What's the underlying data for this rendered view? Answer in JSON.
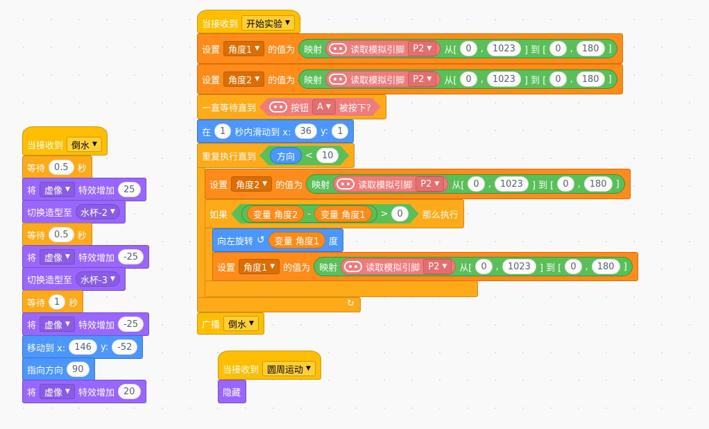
{
  "scripts": {
    "main": {
      "hat": {
        "label": "当接收到",
        "message": "开始实验"
      },
      "set1": {
        "set": "设置",
        "var": "角度1",
        "value_to": "的值为",
        "map": "映射",
        "read": "读取模拟引脚",
        "pin": "P2",
        "from": "从[",
        "a": "0",
        "comma": ",",
        "b": "1023",
        "to": "] 到 [",
        "c": "0",
        "d": "180",
        "end": "]"
      },
      "set2": {
        "set": "设置",
        "var": "角度2",
        "value_to": "的值为",
        "map": "映射",
        "read": "读取模拟引脚",
        "pin": "P2",
        "from": "从[",
        "a": "0",
        "comma": ",",
        "b": "1023",
        "to": "] 到 [",
        "c": "0",
        "d": "180",
        "end": "]"
      },
      "wait_until": {
        "label": "一直等待直到",
        "button": "按钮",
        "key": "A",
        "pressed": "被按下?"
      },
      "glide": {
        "in": "在",
        "secs": "1",
        "glide_to": "秒内滑动到 x:",
        "x": "36",
        "y_label": "y:",
        "y": "1"
      },
      "repeat_until": {
        "label": "重复执行直到",
        "reporter": "方向",
        "op": "<",
        "value": "10"
      },
      "inner_set": {
        "set": "设置",
        "var": "角度2",
        "value_to": "的值为",
        "map": "映射",
        "read": "读取模拟引脚",
        "pin": "P2",
        "from": "从[",
        "a": "0",
        "comma": ",",
        "b": "1023",
        "to": "] 到 [",
        "c": "0",
        "d": "180",
        "end": "]"
      },
      "if": {
        "label": "如果",
        "var_a": "变量 角度2",
        "minus": "-",
        "var_b": "变量 角度1",
        "gt": ">",
        "value": "0",
        "then": "那么执行"
      },
      "turn_left": {
        "label": "向左旋转",
        "icon": "↺",
        "var": "变量 角度1",
        "unit": "度"
      },
      "if_set": {
        "set": "设置",
        "var": "角度1",
        "value_to": "的值为",
        "map": "映射",
        "read": "读取模拟引脚",
        "pin": "P2",
        "from": "从[",
        "a": "0",
        "comma": ",",
        "b": "1023",
        "to": "] 到 [",
        "c": "0",
        "d": "180",
        "end": "]"
      },
      "loop_arrow": "↻",
      "broadcast": {
        "label": "广播",
        "message": "倒水"
      }
    },
    "left": {
      "hat": {
        "label": "当接收到",
        "message": "倒水"
      },
      "wait1": {
        "label": "等待",
        "value": "0.5",
        "unit": "秒"
      },
      "effect1": {
        "label": "将",
        "effect": "虚像",
        "change": "特效增加",
        "value": "25"
      },
      "costume1": {
        "label": "切换造型至",
        "costume": "水杯-2"
      },
      "wait2": {
        "label": "等待",
        "value": "0.5",
        "unit": "秒"
      },
      "effect2": {
        "label": "将",
        "effect": "虚像",
        "change": "特效增加",
        "value": "-25"
      },
      "costume2": {
        "label": "切换造型至",
        "costume": "水杯-3"
      },
      "wait3": {
        "label": "等待",
        "value": "1",
        "unit": "秒"
      },
      "effect3": {
        "label": "将",
        "effect": "虚像",
        "change": "特效增加",
        "value": "-25"
      },
      "goto": {
        "label": "移动到 x:",
        "x": "146",
        "y_label": "y:",
        "y": "-52"
      },
      "point": {
        "label": "指向方向",
        "value": "90"
      },
      "effect4": {
        "label": "将",
        "effect": "虚像",
        "change": "特效增加",
        "value": "20"
      }
    },
    "third": {
      "hat": {
        "label": "当接收到",
        "message": "圆周运动"
      },
      "hide": {
        "label": "隐藏"
      }
    }
  },
  "colors": {
    "events": "#ffbf00",
    "control": "#ffab19",
    "variables": "#ff8c1a",
    "looks": "#9966ff",
    "motion": "#4c97ff",
    "operators": "#59c059",
    "extension": "#f07b7b"
  }
}
